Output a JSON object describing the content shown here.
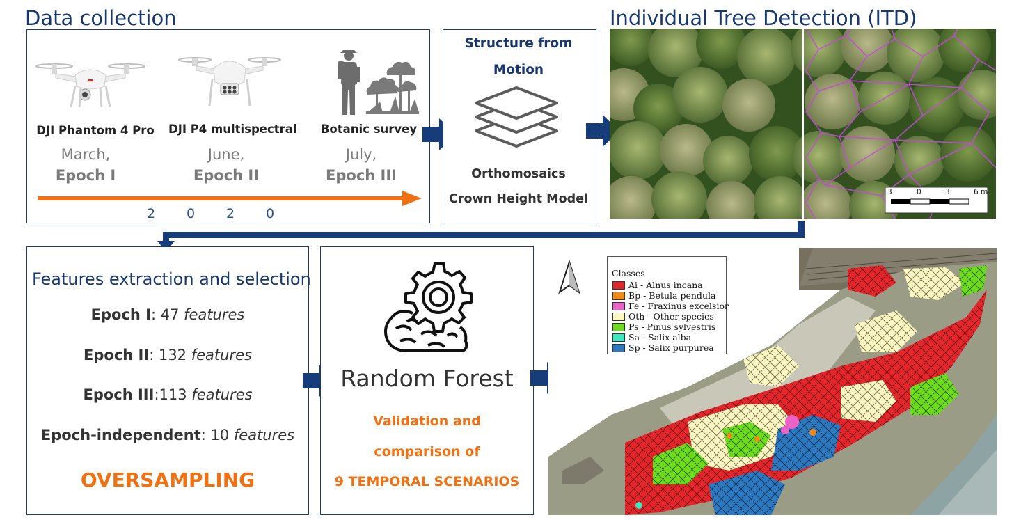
{
  "sections": {
    "data_collection": "Data collection",
    "itd": "Individual Tree Detection (ITD)",
    "features": "Features extraction and selection"
  },
  "devices": [
    {
      "name": "DJI Phantom 4 Pro",
      "month": "March,",
      "epoch": "Epoch I"
    },
    {
      "name": "DJI P4 multispectral",
      "month": "June,",
      "epoch": "Epoch II"
    },
    {
      "name": "Botanic survey",
      "month": "July,",
      "epoch": "Epoch III"
    }
  ],
  "year_digits": [
    "2",
    "0",
    "2",
    "0"
  ],
  "sfm": {
    "title_line1": "Structure from",
    "title_line2": "Motion",
    "output1": "Orthomosaics",
    "output2": "Crown Height Model"
  },
  "scalebar": {
    "labels": [
      "3",
      "0",
      "3",
      "6 m"
    ]
  },
  "features_list": [
    {
      "epoch": "Epoch I",
      "sep": ": ",
      "count": "47",
      "unit": "features"
    },
    {
      "epoch": "Epoch II",
      "sep": ": ",
      "count": "132",
      "unit": "features"
    },
    {
      "epoch": "Epoch III",
      "sep": ":",
      "count": "113",
      "unit": "features"
    },
    {
      "epoch": "Epoch-independent",
      "sep": ": ",
      "count": "10",
      "unit": "features"
    }
  ],
  "oversampling": "OVERSAMPLING",
  "random_forest": {
    "title": "Random Forest",
    "line1": "Validation and",
    "line2": "comparison of",
    "line3": "9 TEMPORAL SCENARIOS"
  },
  "map": {
    "legend_title": "Classes",
    "classes": [
      {
        "label": "Ai - Alnus incana",
        "color": "#e3262b"
      },
      {
        "label": "Bp - Betula pendula",
        "color": "#f08a1a"
      },
      {
        "label": "Fe - Fraxinus excelsior",
        "color": "#ec62c6"
      },
      {
        "label": "Oth - Other species",
        "color": "#fbf6c2"
      },
      {
        "label": "Ps - Pinus sylvestris",
        "color": "#6ddc1d"
      },
      {
        "label": "Sa - Salix alba",
        "color": "#3de8c0"
      },
      {
        "label": "Sp - Salix purpurea",
        "color": "#2d79c0"
      }
    ]
  },
  "colors": {
    "navy": "#17376e",
    "arrow": "#173c7a",
    "orange": "#f07012"
  }
}
